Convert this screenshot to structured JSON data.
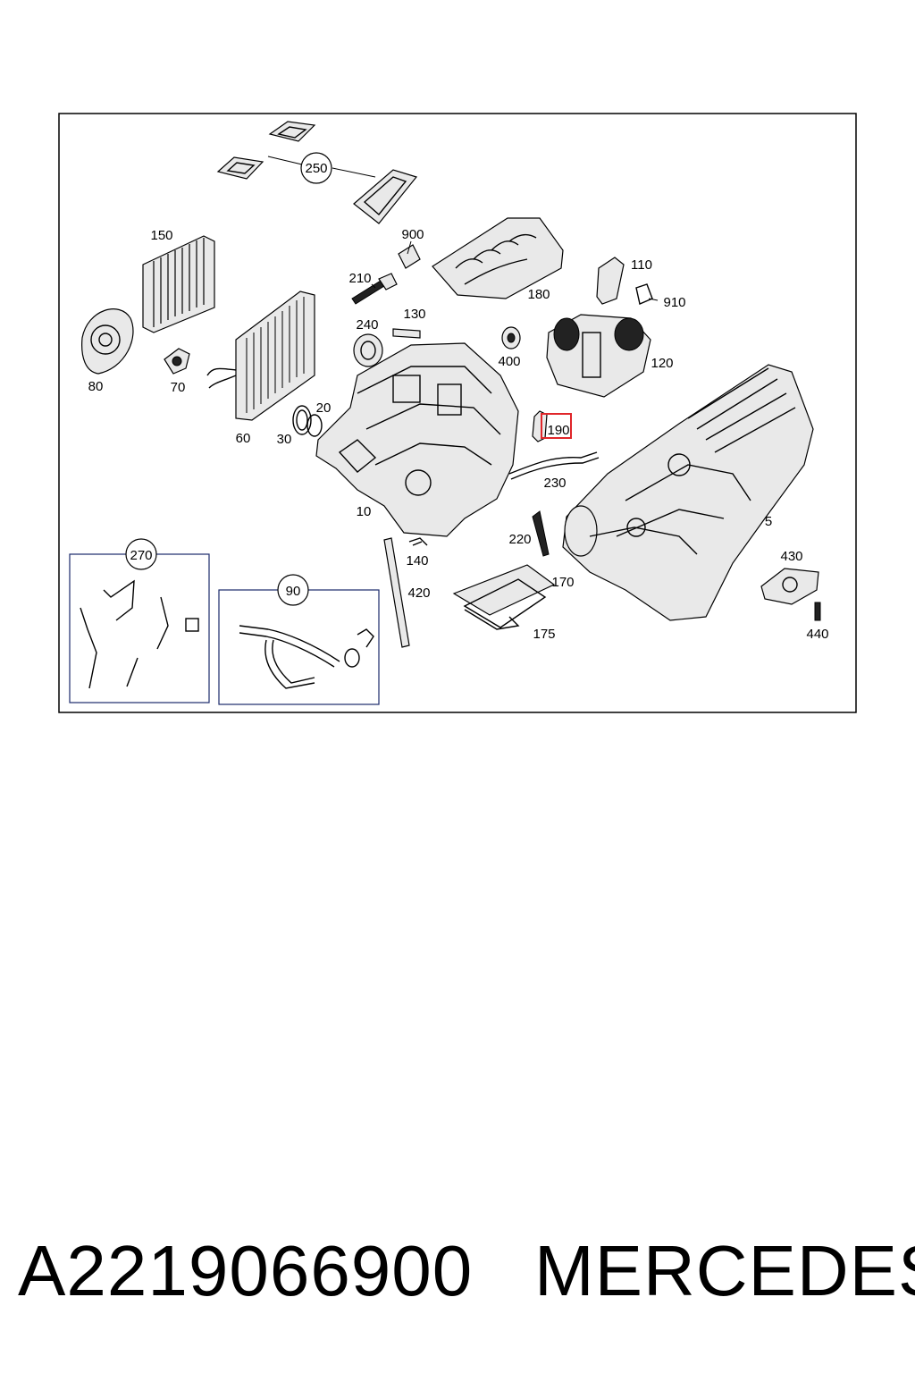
{
  "diagram": {
    "callouts": {
      "c250": "250",
      "c900": "900",
      "c150": "150",
      "c210": "210",
      "c180": "180",
      "c110": "110",
      "c910": "910",
      "c240": "240",
      "c130": "130",
      "c400": "400",
      "c120": "120",
      "c80": "80",
      "c70": "70",
      "c20": "20",
      "c60": "60",
      "c30": "30",
      "c190": "190",
      "c230": "230",
      "c10": "10",
      "c5": "5",
      "c220": "220",
      "c270": "270",
      "c90": "90",
      "c140": "140",
      "c420": "420",
      "c170": "170",
      "c430": "430",
      "c175": "175",
      "c440": "440"
    },
    "highlight_color": "#e0262a"
  },
  "footer": {
    "part_number": "A2219066900",
    "brand": "MERCEDES"
  }
}
